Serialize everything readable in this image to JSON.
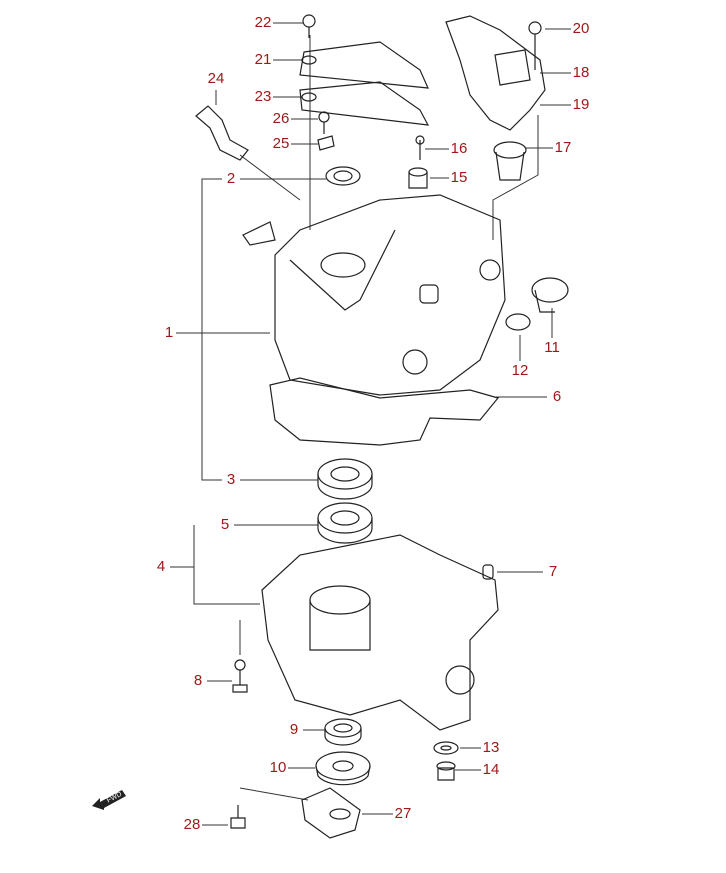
{
  "diagram": {
    "fwd_label": "FWD",
    "label_color": "#a01818",
    "callouts": [
      "1",
      "2",
      "3",
      "4",
      "5",
      "6",
      "7",
      "8",
      "9",
      "10",
      "11",
      "12",
      "13",
      "14",
      "15",
      "16",
      "17",
      "18",
      "19",
      "20",
      "21",
      "22",
      "23",
      "24",
      "25",
      "26",
      "27",
      "28"
    ]
  }
}
